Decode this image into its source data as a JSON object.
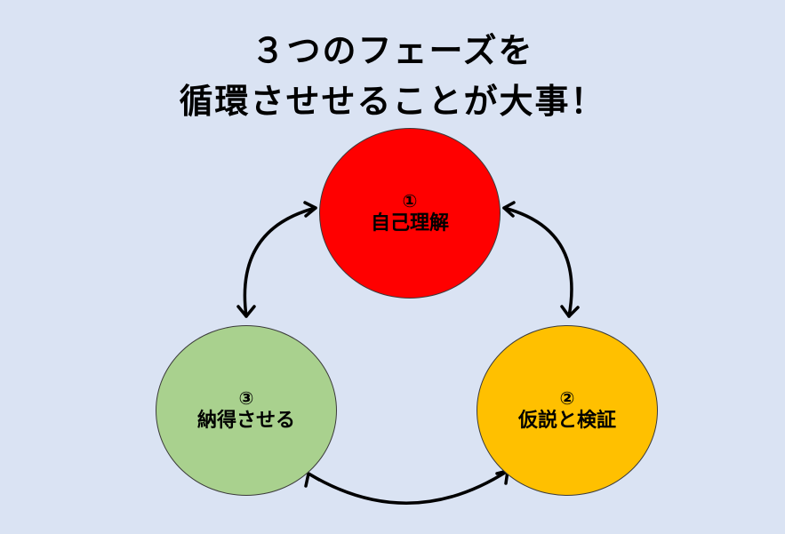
{
  "title": {
    "line1": "３つのフェーズを",
    "line2": "循環させせることが大事！"
  },
  "phases": [
    {
      "number": "①",
      "label": "自己理解",
      "color": "#ff0000"
    },
    {
      "number": "②",
      "label": "仮説と検証",
      "color": "#ffc000"
    },
    {
      "number": "③",
      "label": "納得させる",
      "color": "#a9d18e"
    }
  ],
  "connector_color": "#000000"
}
